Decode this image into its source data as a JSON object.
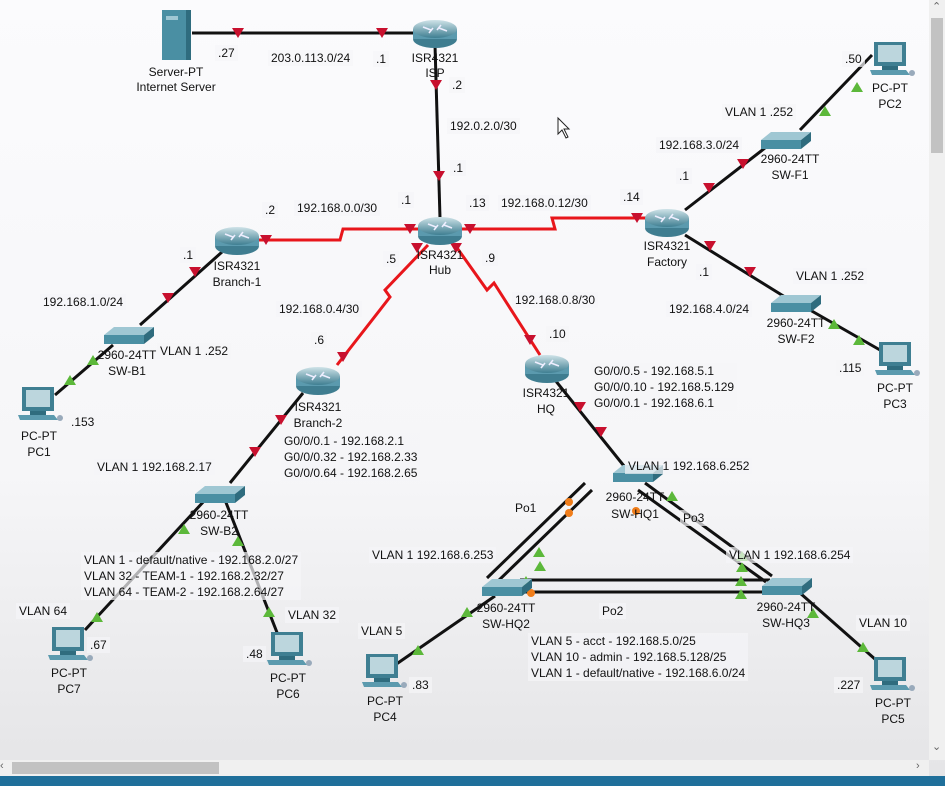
{
  "devices": {
    "server": {
      "model": "Server-PT",
      "name": "Internet Server"
    },
    "isp": {
      "model": "ISR4321",
      "name": "ISP"
    },
    "hub": {
      "model": "ISR4321",
      "name": "Hub"
    },
    "branch1": {
      "model": "ISR4321",
      "name": "Branch-1"
    },
    "branch2": {
      "model": "ISR4321",
      "name": "Branch-2"
    },
    "factory": {
      "model": "ISR4321",
      "name": "Factory"
    },
    "hq": {
      "model": "ISR4321",
      "name": "HQ"
    },
    "swf1": {
      "model": "2960-24TT",
      "name": "SW-F1"
    },
    "swf2": {
      "model": "2960-24TT",
      "name": "SW-F2"
    },
    "swb1": {
      "model": "2960-24TT",
      "name": "SW-B1"
    },
    "swb2": {
      "model": "2960-24TT",
      "name": "SW-B2"
    },
    "swhq1": {
      "model": "2960-24TT",
      "name": "SW-HQ1"
    },
    "swhq2": {
      "model": "2960-24TT",
      "name": "SW-HQ2"
    },
    "swhq3": {
      "model": "2960-24TT",
      "name": "SW-HQ3"
    },
    "pc1": {
      "model": "PC-PT",
      "name": "PC1"
    },
    "pc2": {
      "model": "PC-PT",
      "name": "PC2"
    },
    "pc3": {
      "model": "PC-PT",
      "name": "PC3"
    },
    "pc4": {
      "model": "PC-PT",
      "name": "PC4"
    },
    "pc5": {
      "model": "PC-PT",
      "name": "PC5"
    },
    "pc6": {
      "model": "PC-PT",
      "name": "PC6"
    },
    "pc7": {
      "model": "PC-PT",
      "name": "PC7"
    }
  },
  "notes": {
    "server_ip": ".27",
    "isp_net": "203.0.113.0/24",
    "isp_ip": ".1",
    "isp_down": ".2",
    "isp_hub_net": "192.0.2.0/30",
    "hub_up": ".1",
    "hub_b1": ".1",
    "b1_net": "192.168.0.0/30",
    "b1_ip": ".2",
    "hub_fac": ".13",
    "fac_net": "192.168.0.12/30",
    "fac_ip": ".14",
    "hub_b2": ".5",
    "b2_net": "192.168.0.4/30",
    "b2_ip": ".6",
    "hub_hq": ".9",
    "hq_net": "192.168.0.8/30",
    "hq_ip": ".10",
    "b1_lan_gw": ".1",
    "b1_lan": "192.168.1.0/24",
    "swb1_vlan": "VLAN 1 .252",
    "pc1_ip": ".153",
    "fac_f1_gw": ".1",
    "f1_lan": "192.168.3.0/24",
    "swf1_vlan": "VLAN 1 .252",
    "pc2_ip": ".50",
    "fac_f2_gw": ".1",
    "f2_lan": "192.168.4.0/24",
    "swf2_vlan": "VLAN 1 .252",
    "pc3_ip": ".115",
    "b2_sub": [
      "G0/0/0.1 - 192.168.2.1",
      "G0/0/0.32 - 192.168.2.33",
      "G0/0/0.64 - 192.168.2.65"
    ],
    "swb2_vlan": "VLAN 1 192.168.2.17",
    "b2_vlans": [
      "VLAN 1 - default/native - 192.168.2.0/27",
      "VLAN 32 - TEAM-1 - 192.168.2.32/27",
      "VLAN 64 - TEAM-2 - 192.168.2.64/27"
    ],
    "pc7_vlan": "VLAN 64",
    "pc7_ip": ".67",
    "pc6_vlan": "VLAN 32",
    "pc6_ip": ".48",
    "hq_sub": [
      "G0/0/0.5 - 192.168.5.1",
      "G0/0/0.10 - 192.168.5.129",
      "G0/0/0.1 - 192.168.6.1"
    ],
    "swhq1_vlan": "VLAN 1 192.168.6.252",
    "swhq2_vlan": "VLAN 1 192.168.6.253",
    "swhq3_vlan": "VLAN 1 192.168.6.254",
    "po1": "Po1",
    "po2": "Po2",
    "po3": "Po3",
    "hq_vlans": [
      "VLAN 5 - acct - 192.168.5.0/25",
      "VLAN 10 - admin - 192.168.5.128/25",
      "VLAN 1 - default/native - 192.168.6.0/24"
    ],
    "pc4_vlan": "VLAN 5",
    "pc4_ip": ".83",
    "pc5_vlan": "VLAN 10",
    "pc5_ip": ".227"
  },
  "colors": {
    "serial": "#e8161b",
    "ethernet": "#111111",
    "link_down": "#c8102e",
    "link_up": "#5cb83a",
    "stp_block": "#f07d1a",
    "device": "#4a8fa3"
  }
}
